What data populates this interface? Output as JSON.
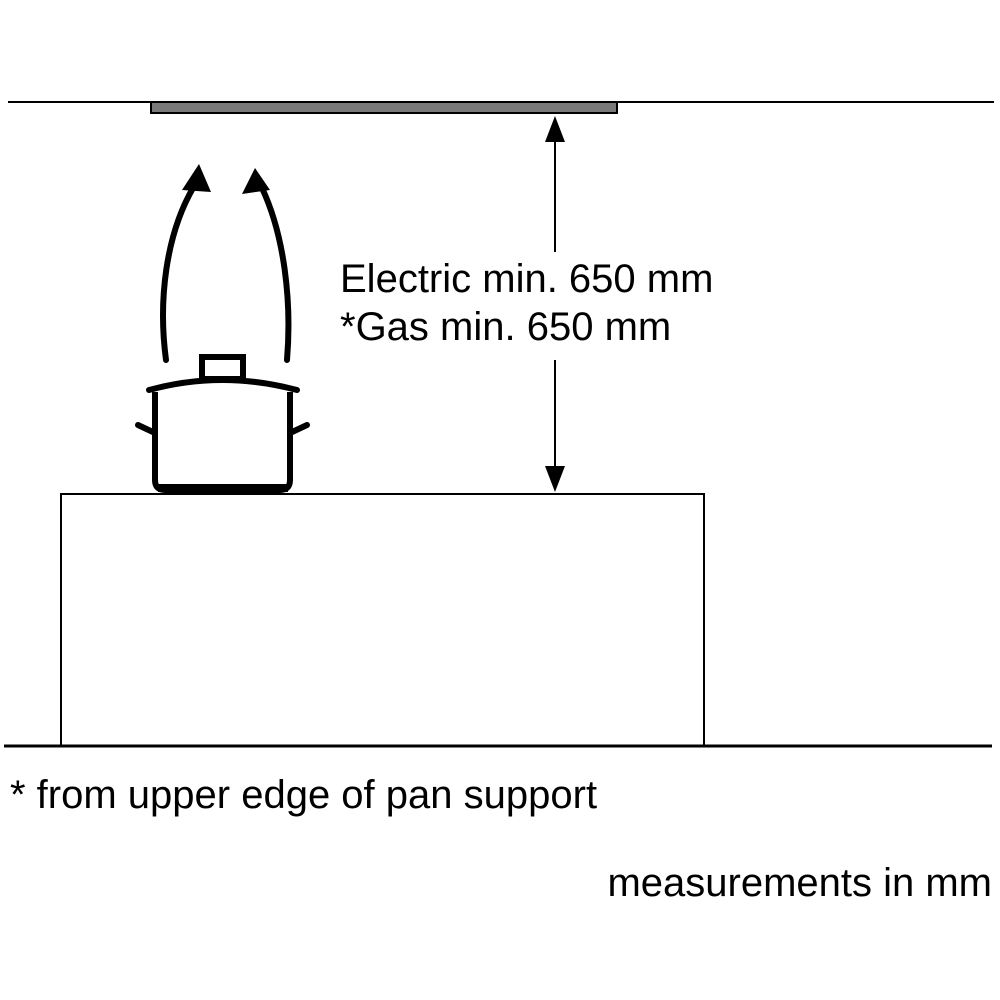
{
  "dimension": {
    "electric_label": "Electric min. 650 mm",
    "gas_label": "*Gas min. 650 mm"
  },
  "footnote": "* from upper edge of pan support",
  "units_note": "measurements in mm",
  "colors": {
    "line": "#000000",
    "hood": "#7a7a7a",
    "background": "#ffffff"
  },
  "icons": {
    "pot": "cooking-pot-icon",
    "steam": "steam-arrow-icon"
  }
}
